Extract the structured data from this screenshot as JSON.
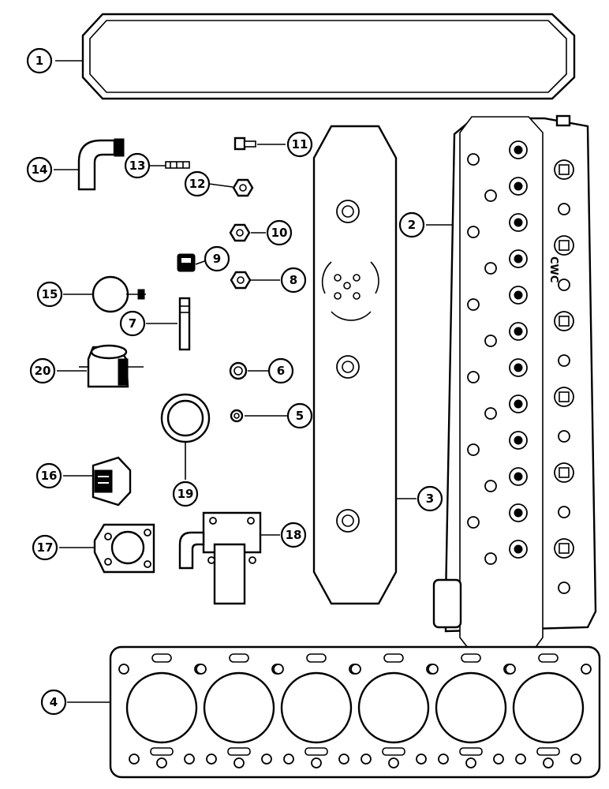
{
  "callouts": [
    {
      "id": "1",
      "label": "1"
    },
    {
      "id": "2",
      "label": "2"
    },
    {
      "id": "3",
      "label": "3"
    },
    {
      "id": "4",
      "label": "4"
    },
    {
      "id": "5",
      "label": "5"
    },
    {
      "id": "6",
      "label": "6"
    },
    {
      "id": "7",
      "label": "7"
    },
    {
      "id": "8",
      "label": "8"
    },
    {
      "id": "9",
      "label": "9"
    },
    {
      "id": "10",
      "label": "10"
    },
    {
      "id": "11",
      "label": "11"
    },
    {
      "id": "12",
      "label": "12"
    },
    {
      "id": "13",
      "label": "13"
    },
    {
      "id": "14",
      "label": "14"
    },
    {
      "id": "15",
      "label": "15"
    },
    {
      "id": "16",
      "label": "16"
    },
    {
      "id": "17",
      "label": "17"
    },
    {
      "id": "18",
      "label": "18"
    },
    {
      "id": "19",
      "label": "19"
    },
    {
      "id": "20",
      "label": "20"
    }
  ],
  "head_marking": "CWC",
  "colors": {
    "line": "#000000",
    "background": "#ffffff"
  }
}
